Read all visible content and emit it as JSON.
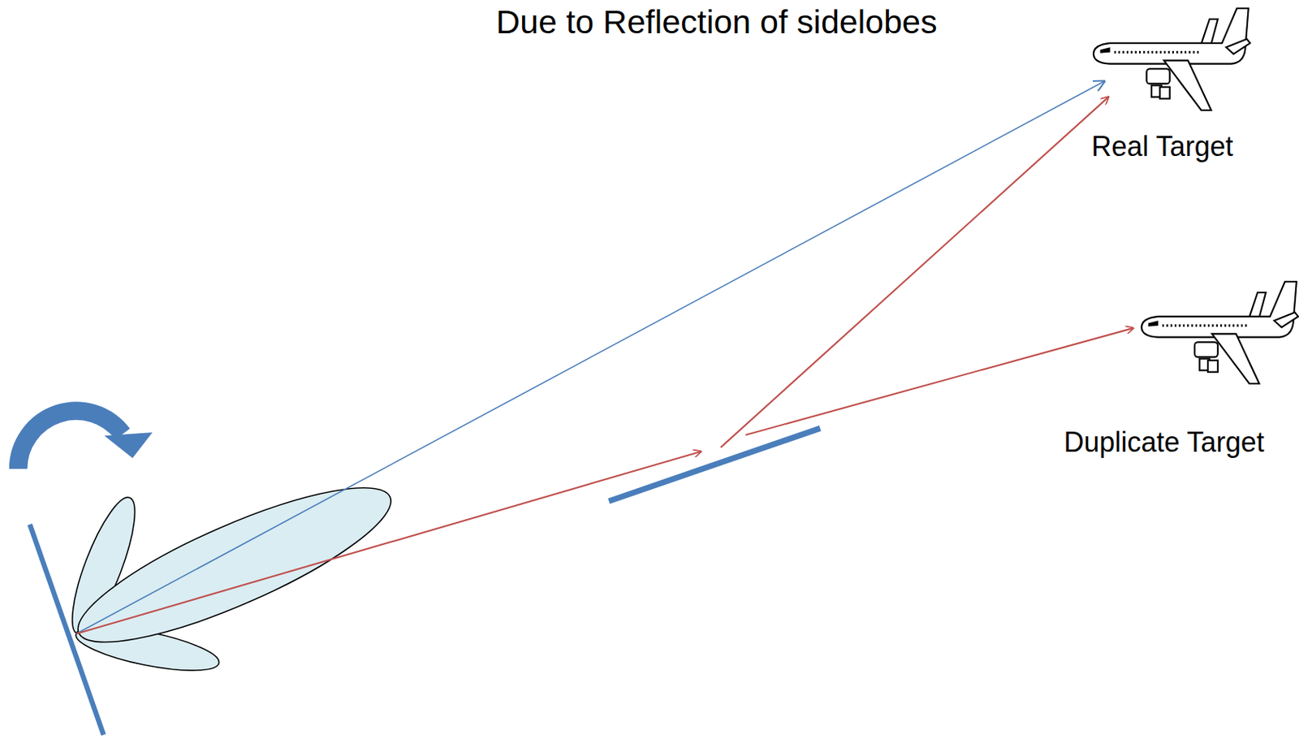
{
  "diagram": {
    "title": "Due to Reflection of sidelobes",
    "labels": [
      "Real Target",
      "Duplicate Target"
    ]
  }
}
